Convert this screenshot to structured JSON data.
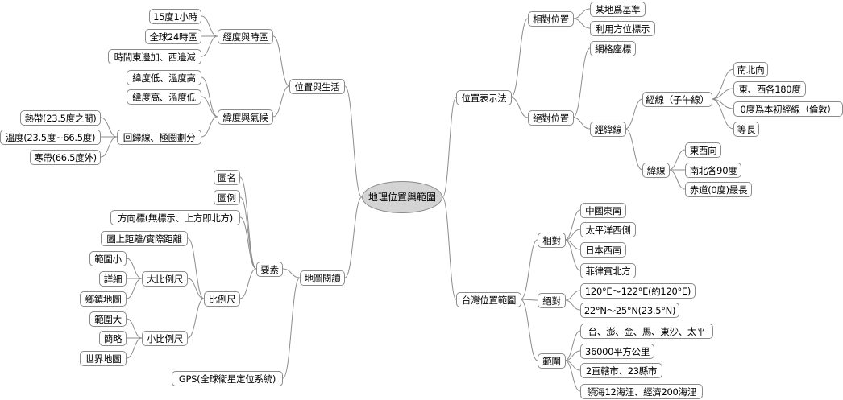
{
  "title": "地理位置與範圍",
  "nodes": [
    {
      "label": "地理位置與範圍",
      "parent": null
    },
    {
      "label": "位置與生活",
      "parent": 0
    },
    {
      "label": "經度與時區",
      "parent": 1
    },
    {
      "label": "15度1小時",
      "parent": 2
    },
    {
      "label": "全球24時區",
      "parent": 2
    },
    {
      "label": "時間東邊加、西邊減",
      "parent": 2
    },
    {
      "label": "緯度與氣候",
      "parent": 1
    },
    {
      "label": "緯度低、溫度高",
      "parent": 6
    },
    {
      "label": "緯度高、溫度低",
      "parent": 6
    },
    {
      "label": "回歸線、極圈劃分",
      "parent": 6
    },
    {
      "label": "熱帶(23.5度之間)",
      "parent": 9
    },
    {
      "label": "溫度(23.5度~66.5度)",
      "parent": 9
    },
    {
      "label": "寒帶(66.5度外)",
      "parent": 9
    },
    {
      "label": "地圖閱讀",
      "parent": 0
    },
    {
      "label": "要素",
      "parent": 13
    },
    {
      "label": "圖名",
      "parent": 14
    },
    {
      "label": "圖例",
      "parent": 14
    },
    {
      "label": "方向標(無標示、上方即北方)",
      "parent": 14
    },
    {
      "label": "比例尺",
      "parent": 14
    },
    {
      "label": "圖上距離/實際距離",
      "parent": 18
    },
    {
      "label": "大比例尺",
      "parent": 18
    },
    {
      "label": "範圍小",
      "parent": 20
    },
    {
      "label": "詳細",
      "parent": 20
    },
    {
      "label": "鄉鎮地圖",
      "parent": 20
    },
    {
      "label": "小比例尺",
      "parent": 18
    },
    {
      "label": "範圍大",
      "parent": 24
    },
    {
      "label": "簡略",
      "parent": 24
    },
    {
      "label": "世界地圖",
      "parent": 24
    },
    {
      "label": "GPS(全球衛星定位系統)",
      "parent": 13
    },
    {
      "label": "位置表示法",
      "parent": 0
    },
    {
      "label": "相對位置",
      "parent": 29
    },
    {
      "label": "某地爲基準",
      "parent": 30
    },
    {
      "label": "利用方位標示",
      "parent": 30
    },
    {
      "label": "絕對位置",
      "parent": 29
    },
    {
      "label": "網格座標",
      "parent": 33
    },
    {
      "label": "經緯線",
      "parent": 33
    },
    {
      "label": "經線（子午線）",
      "parent": 35
    },
    {
      "label": "南北向",
      "parent": 36
    },
    {
      "label": "東、西各180度",
      "parent": 36
    },
    {
      "label": "0度爲本初經線（倫敦）",
      "parent": 36
    },
    {
      "label": "等長",
      "parent": 36
    },
    {
      "label": "緯線",
      "parent": 35
    },
    {
      "label": "東西向",
      "parent": 41
    },
    {
      "label": "南北各90度",
      "parent": 41
    },
    {
      "label": "赤道(0度)最長",
      "parent": 41
    },
    {
      "label": "台灣位置範圍",
      "parent": 0
    },
    {
      "label": "相對",
      "parent": 45
    },
    {
      "label": "中國東南",
      "parent": 46
    },
    {
      "label": "太平洋西側",
      "parent": 46
    },
    {
      "label": "日本西南",
      "parent": 46
    },
    {
      "label": "菲律賓北方",
      "parent": 46
    },
    {
      "label": "絕對",
      "parent": 45
    },
    {
      "label": "120°E～122°E(約120°E)",
      "parent": 51
    },
    {
      "label": "22°N～25°N(23.5°N)",
      "parent": 51
    },
    {
      "label": "範圍",
      "parent": 45
    },
    {
      "label": "台、澎、金、馬、東沙、太平",
      "parent": 54
    },
    {
      "label": "36000平方公里",
      "parent": 54
    },
    {
      "label": "2直轄市、23縣市",
      "parent": 54
    },
    {
      "label": "領海12海浬、經濟200海浬",
      "parent": 54
    }
  ],
  "colors": {
    "line": "#8c8c8c",
    "border": "#8c8c8c",
    "root_fill": "#d4d4d4"
  }
}
